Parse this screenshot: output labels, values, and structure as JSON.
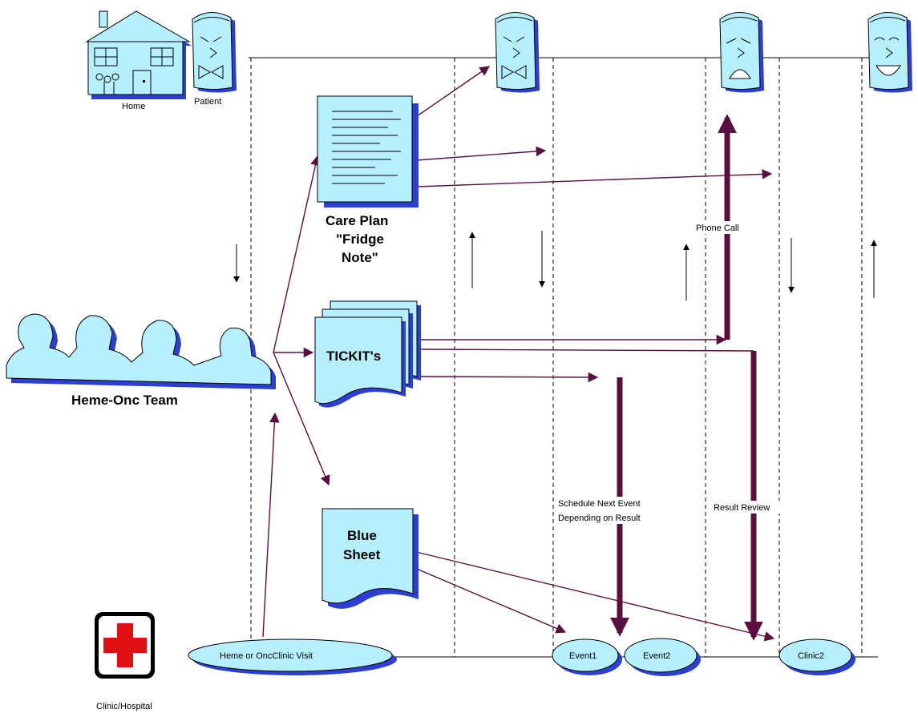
{
  "labels": {
    "home": "Home",
    "patient": "Patient",
    "care_plan_line1": "Care Plan",
    "care_plan_line2": "\"Fridge",
    "care_plan_line3": "Note\"",
    "team": "Heme-Onc Team",
    "tickits": "TICKIT's",
    "phone_call": "Phone Call",
    "schedule_line1": "Schedule Next Event",
    "schedule_line2": "Depending on Result",
    "result_review": "Result Review",
    "blue_sheet_line1": "Blue",
    "blue_sheet_line2": "Sheet",
    "clinic_hospital": "Clinic/Hospital",
    "clinic_visit": "Heme or OncClinic Visit",
    "event1": "Event1",
    "event2": "Event2",
    "clinic2": "Clinic2"
  },
  "colors": {
    "shape_fill": "#b6f0ff",
    "shadow": "#2c3fd0",
    "arrow": "#5a0f3e",
    "cross": "#e01010"
  },
  "faces": [
    "neutral",
    "neutral",
    "worried",
    "happy"
  ]
}
